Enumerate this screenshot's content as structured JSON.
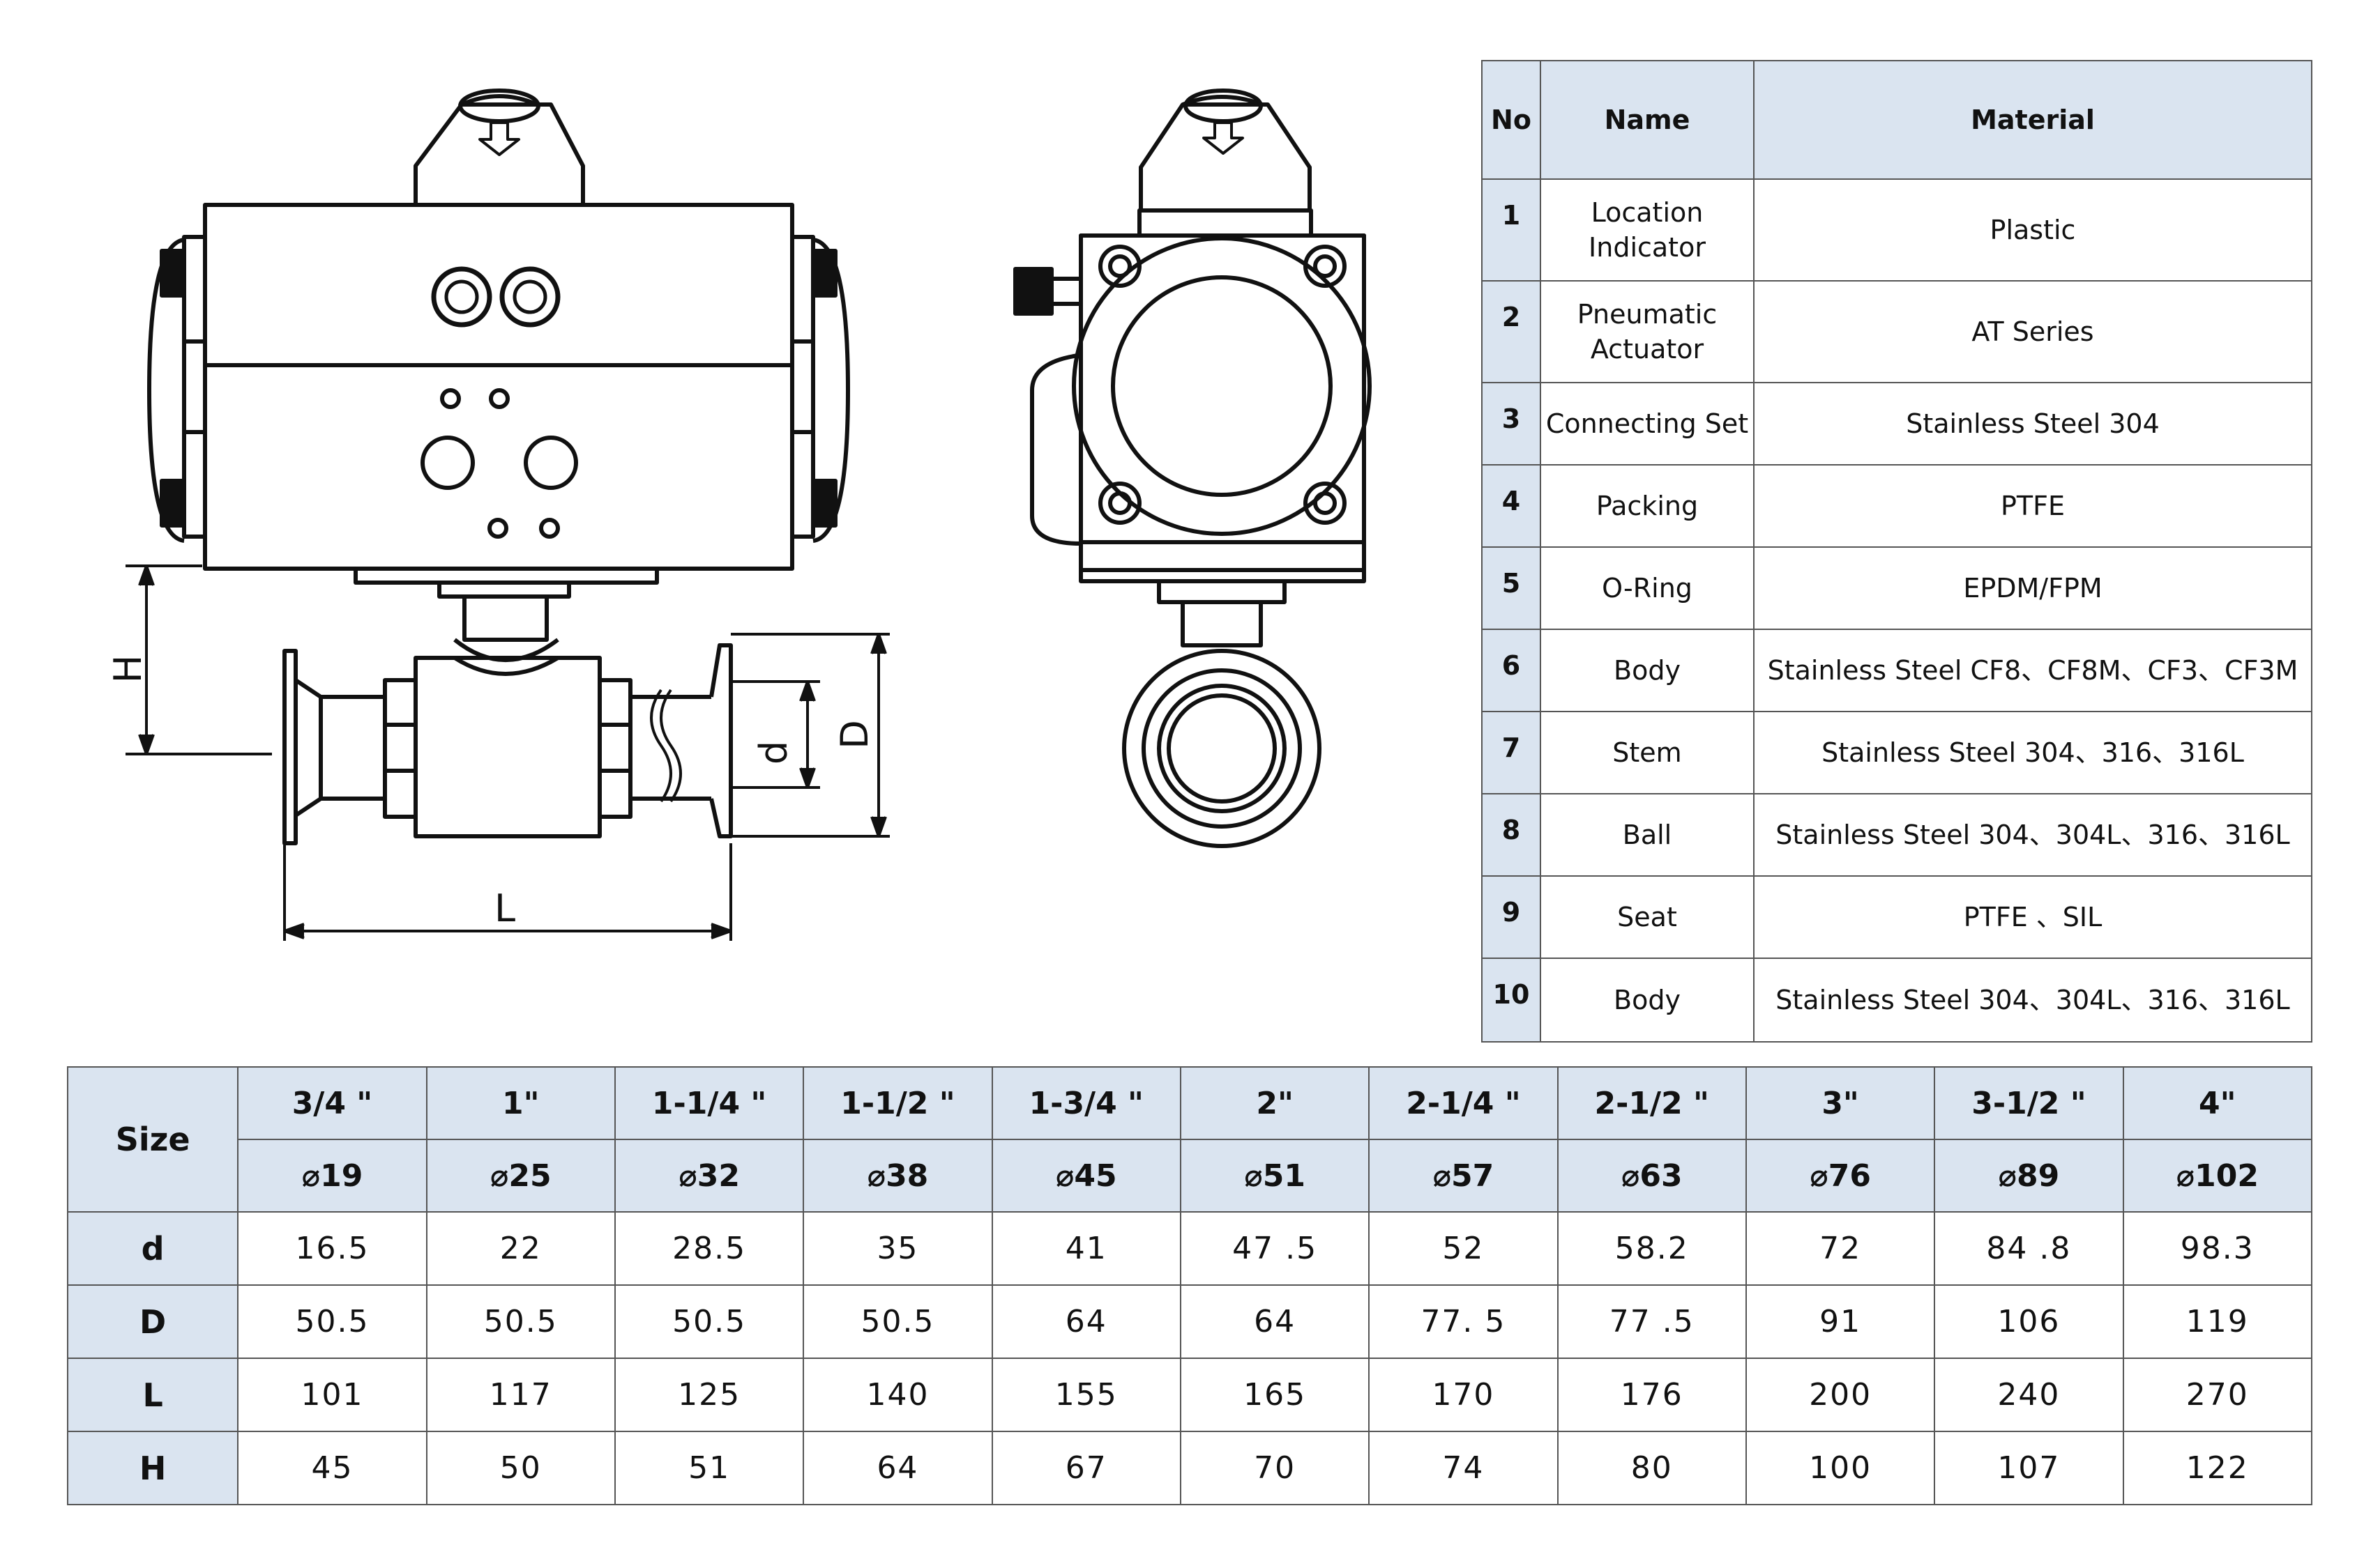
{
  "drawing": {
    "dims": {
      "H": "H",
      "L": "L",
      "d": "d",
      "D": "D"
    }
  },
  "materials": {
    "headers": {
      "no": "No",
      "name": "Name",
      "material": "Material"
    },
    "rows": [
      {
        "no": "1",
        "name": "Location Indicator",
        "material": "Plastic"
      },
      {
        "no": "2",
        "name": "Pneumatic Actuator",
        "material": "AT Series"
      },
      {
        "no": "3",
        "name": "Connecting Set",
        "material": "Stainless Steel 304"
      },
      {
        "no": "4",
        "name": "Packing",
        "material": "PTFE"
      },
      {
        "no": "5",
        "name": "O-Ring",
        "material": "EPDM/FPM"
      },
      {
        "no": "6",
        "name": "Body",
        "material": "Stainless Steel CF8、CF8M、CF3、CF3M"
      },
      {
        "no": "7",
        "name": "Stem",
        "material": "Stainless Steel 304、316、316L"
      },
      {
        "no": "8",
        "name": "Ball",
        "material": "Stainless Steel 304、304L、316、316L"
      },
      {
        "no": "9",
        "name": "Seat",
        "material": "PTFE 、SIL"
      },
      {
        "no": "10",
        "name": "Body",
        "material": "Stainless Steel 304、304L、316、316L"
      }
    ]
  },
  "sizes": {
    "size_label": "Size",
    "inch": [
      "3/4 \"",
      "1\"",
      "1-1/4 \"",
      "1-1/2 \"",
      "1-3/4 \"",
      "2\"",
      "2-1/4 \"",
      "2-1/2 \"",
      "3\"",
      "3-1/2 \"",
      "4\""
    ],
    "dia": [
      "⌀19",
      "⌀25",
      "⌀32",
      "⌀38",
      "⌀45",
      "⌀51",
      "⌀57",
      "⌀63",
      "⌀76",
      "⌀89",
      "⌀102"
    ],
    "rows": [
      {
        "label": "d",
        "values": [
          "16.5",
          "22",
          "28.5",
          "35",
          "41",
          "47 .5",
          "52",
          "58.2",
          "72",
          "84 .8",
          "98.3"
        ]
      },
      {
        "label": "D",
        "values": [
          "50.5",
          "50.5",
          "50.5",
          "50.5",
          "64",
          "64",
          "77. 5",
          "77 .5",
          "91",
          "106",
          "119"
        ]
      },
      {
        "label": "L",
        "values": [
          "101",
          "117",
          "125",
          "140",
          "155",
          "165",
          "170",
          "176",
          "200",
          "240",
          "270"
        ]
      },
      {
        "label": "H",
        "values": [
          "45",
          "50",
          "51",
          "64",
          "67",
          "70",
          "74",
          "80",
          "100",
          "107",
          "122"
        ]
      }
    ]
  }
}
